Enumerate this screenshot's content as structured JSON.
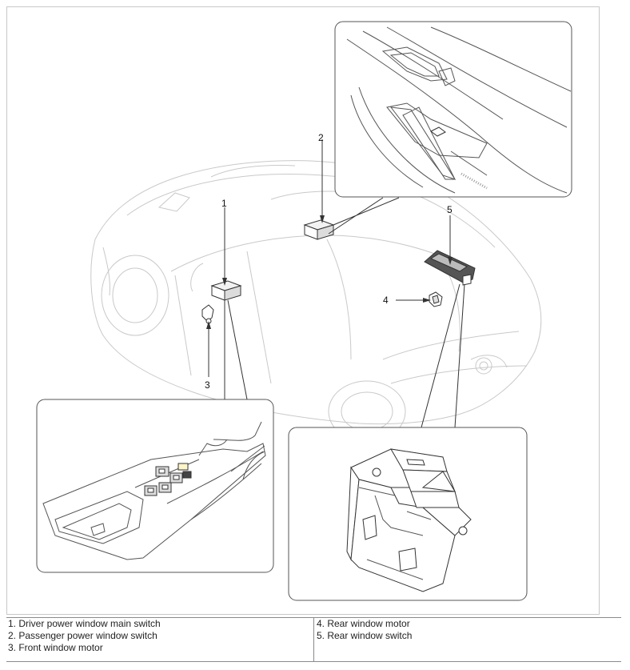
{
  "callouts": {
    "c1": "1",
    "c2": "2",
    "c3": "3",
    "c4": "4",
    "c5": "5"
  },
  "legend": {
    "left": [
      "1. Driver power window main switch",
      "2. Passenger power window switch",
      "3. Front window motor"
    ],
    "right": [
      "4. Rear window motor",
      "5. Rear window switch"
    ]
  }
}
